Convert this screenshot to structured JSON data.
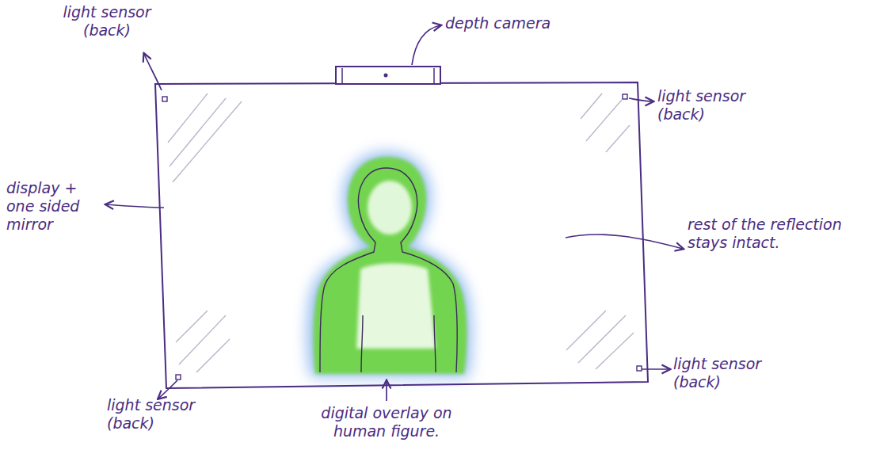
{
  "diagram": {
    "labels": [
      "light sensor (back)",
      "depth camera",
      "light sensor (back)",
      "display + one sided mirror",
      "rest of the reflection stays intact.",
      "light sensor (back)",
      "light sensor (back)",
      "digital overlay on human figure."
    ]
  }
}
